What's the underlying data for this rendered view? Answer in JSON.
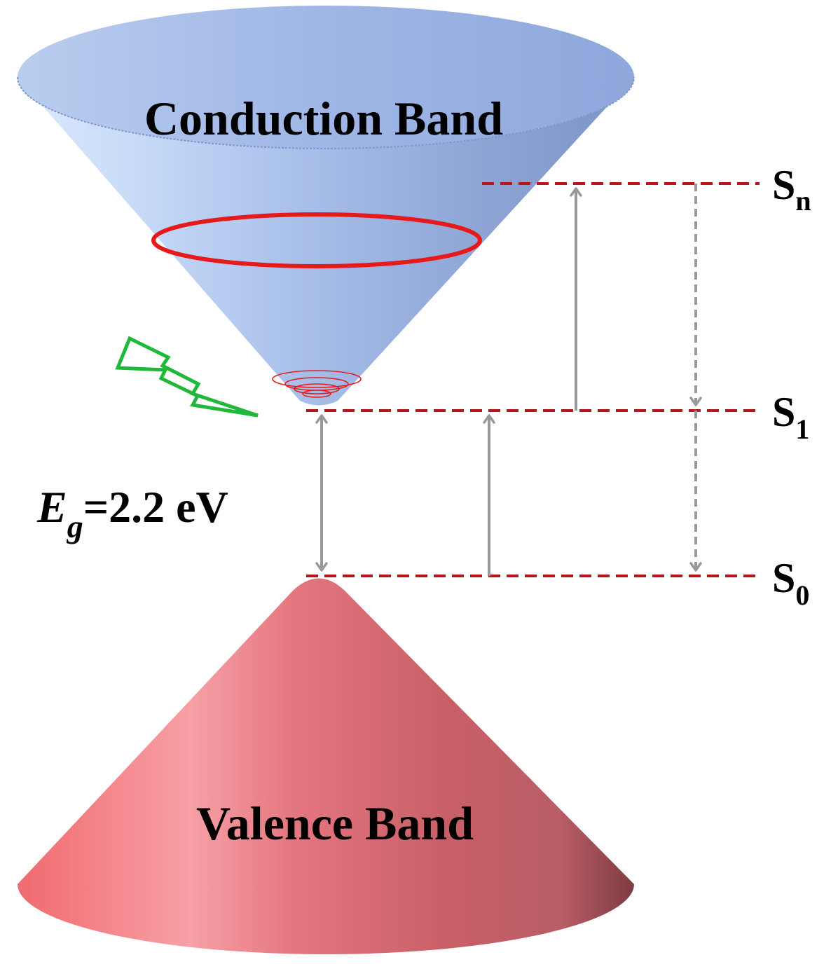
{
  "bands": {
    "conduction": {
      "label": "Conduction Band",
      "color": "#9fb6e6"
    },
    "valence": {
      "label": "Valence Band",
      "color": "#e4767f"
    }
  },
  "gap": {
    "symbol": "E",
    "subscript": "g",
    "value": "=2.2 eV"
  },
  "states": [
    {
      "base": "S",
      "sub": "n"
    },
    {
      "base": "S",
      "sub": "1"
    },
    {
      "base": "S",
      "sub": "0"
    }
  ],
  "colors": {
    "level_line": "#b8151c",
    "arrow": "#999999",
    "ring": "#e61a1a",
    "photon": "#1fb83a"
  },
  "icons": {
    "photon": "lightning-bolt-icon"
  }
}
